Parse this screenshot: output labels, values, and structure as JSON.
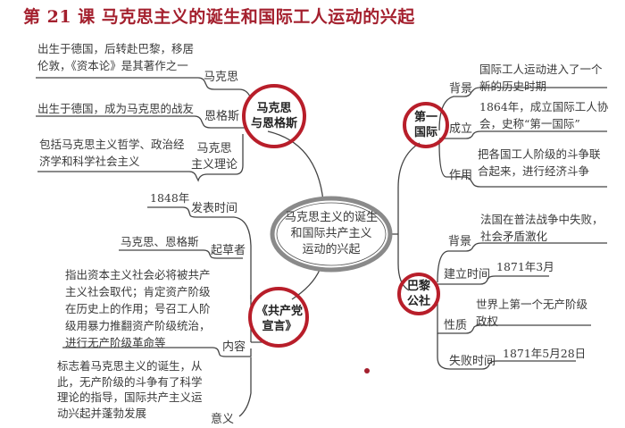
{
  "title": "第 21 课  马克思主义的诞生和国际工人运动的兴起",
  "center": {
    "lines": [
      "马克思主义的诞生",
      "和国际共产主义",
      "运动的兴起"
    ]
  },
  "colors": {
    "title": "#a4202e",
    "circle": "#b81e2a",
    "line": "#444444",
    "center_ring": "#8a8a8a"
  },
  "branches": {
    "marx_engels": {
      "node": [
        "马克思",
        "与恩格斯"
      ],
      "items": [
        {
          "label": [
            "马克思"
          ],
          "text": [
            "出生于德国，后转赴巴黎，移居",
            "伦敦，《资本论》是其著作之一"
          ]
        },
        {
          "label": [
            "恩格斯"
          ],
          "text": [
            "出生于德国，成为马克思的战友"
          ]
        },
        {
          "label": [
            "马克思",
            "主义理论"
          ],
          "text": [
            "包括马克思主义哲学、政治经",
            "济学和科学社会主义"
          ]
        }
      ]
    },
    "manifesto": {
      "node": [
        "《共产党",
        "宣言》"
      ],
      "items": [
        {
          "label": [
            "发表时间"
          ],
          "text": [
            "1848年"
          ]
        },
        {
          "label": [
            "起草者"
          ],
          "text": [
            "马克思、恩格斯"
          ]
        },
        {
          "label": [
            "内容"
          ],
          "text": [
            "指出资本主义社会必将被共产",
            "主义社会取代；肯定资产阶级",
            "在历史上的作用；号召工人阶",
            "级用暴力推翻资产阶级统治，",
            "进行无产阶级革命等"
          ]
        },
        {
          "label": [
            "意义"
          ],
          "text": [
            "标志着马克思主义的诞生，从",
            "此，无产阶级的斗争有了科学",
            "理论的指导，国际共产主义运",
            "动兴起并蓬勃发展"
          ]
        }
      ]
    },
    "first_international": {
      "node": [
        "第一",
        "国际"
      ],
      "items": [
        {
          "label": [
            "背景"
          ],
          "text": [
            "国际工人运动进入了一个",
            "新的历史时期"
          ]
        },
        {
          "label": [
            "成立"
          ],
          "text": [
            "1864年，成立国际工人协",
            "会，史称“第一国际”"
          ]
        },
        {
          "label": [
            "作用"
          ],
          "text": [
            "把各国工人阶级的斗争联",
            "合起来，进行经济斗争"
          ]
        }
      ]
    },
    "paris_commune": {
      "node": [
        "巴黎",
        "公社"
      ],
      "items": [
        {
          "label": [
            "背景"
          ],
          "text": [
            "法国在普法战争中失败，",
            "社会矛盾激化"
          ]
        },
        {
          "label": [
            "建立时间"
          ],
          "text": [
            "1871年3月"
          ]
        },
        {
          "label": [
            "性质"
          ],
          "text": [
            "世界上第一个无产阶级",
            "政权"
          ]
        },
        {
          "label": [
            "失败时间"
          ],
          "text": [
            "1871年5月28日"
          ]
        }
      ]
    }
  }
}
